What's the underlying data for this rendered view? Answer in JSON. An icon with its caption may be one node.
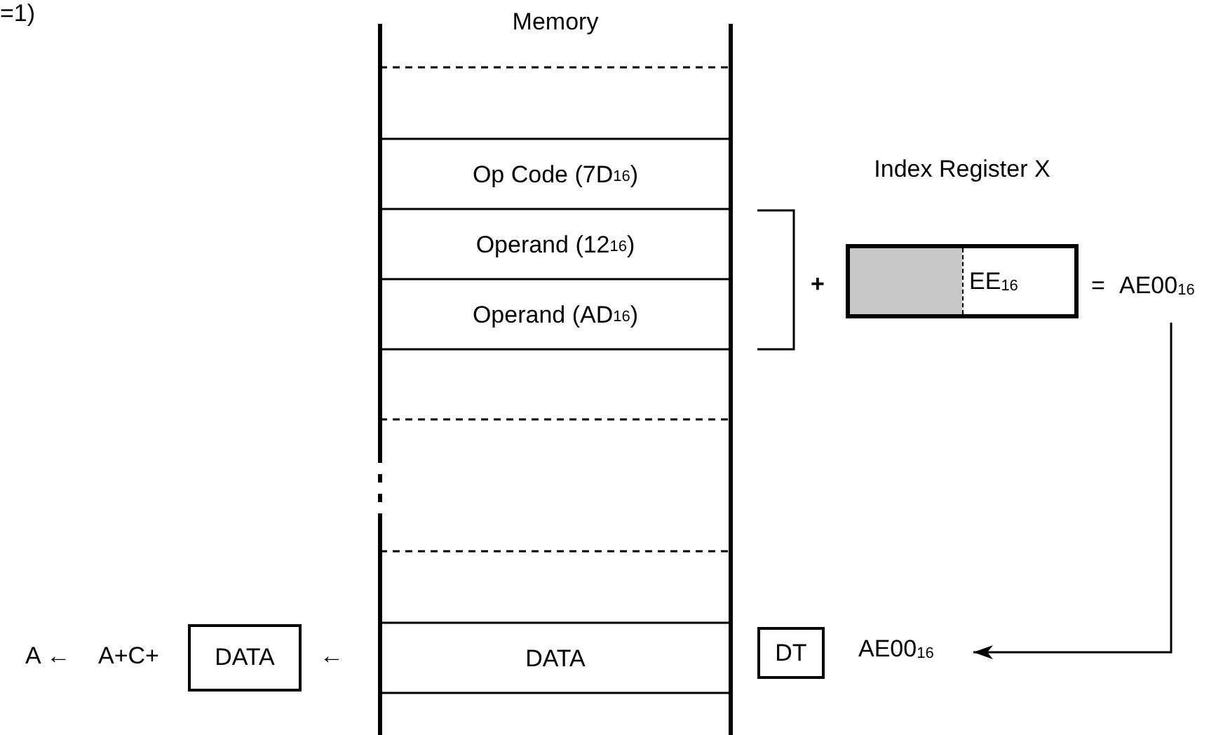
{
  "diagram": {
    "nodes": [
      {
        "text": [
          "Memory"
        ]
      },
      {
        "text": [
          "Op Code (7D$_{16}$)"
        ],
        "in": 0
      },
      {
        "text": [
          "Operand (12$_{16}$)"
        ],
        "in": 0
      },
      {
        "text": [
          "Operand (AD$_{16}$)"
        ],
        "in": 0
      },
      {
        "text": [
          "DATA"
        ],
        "in": 0
      },
      {
        "text": [
          "Index Register X",
          "EE$_{16}$"
        ]
      },
      {
        "text": [
          "AE00$_{16}$"
        ]
      },
      {
        "text": [
          "AE00$_{16}$"
        ]
      },
      {
        "text": [
          "DT"
        ]
      },
      {
        "text": [
          "DATA"
        ]
      }
    ],
    "edges": [
      {
        "from": 6,
        "to": 7,
        "arrow": "to"
      }
    ],
    "labels": [
      "=1)",
      "+",
      "=",
      "A ←",
      "A+C+",
      "←"
    ]
  }
}
